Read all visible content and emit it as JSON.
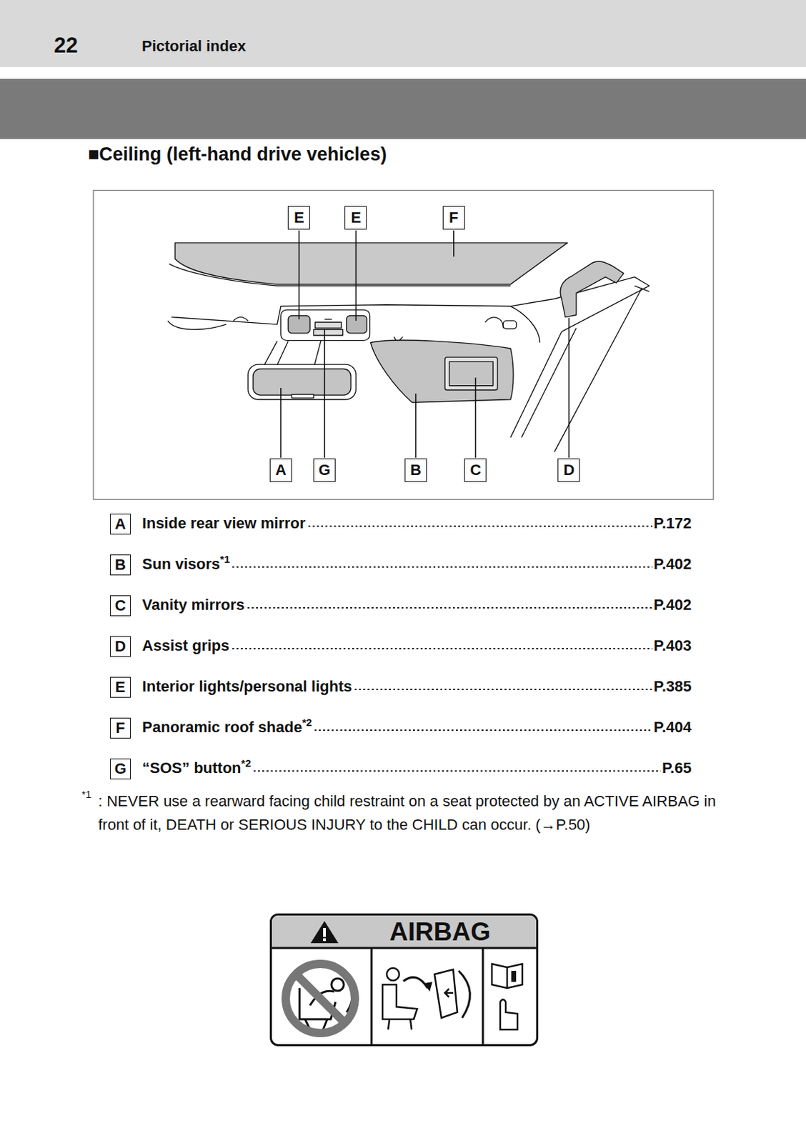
{
  "diagram": {
    "title": "■Ceiling (left-hand drive vehicles)",
    "nodes": [
      {
        "text": [
          "E"
        ]
      },
      {
        "text": [
          "E"
        ]
      },
      {
        "text": [
          "F"
        ]
      },
      {
        "text": [
          "A"
        ]
      },
      {
        "text": [
          "G"
        ]
      },
      {
        "text": [
          "B"
        ]
      },
      {
        "text": [
          "C"
        ]
      },
      {
        "text": [
          "D"
        ]
      },
      {
        "text": [
          "A"
        ]
      },
      {
        "text": [
          "B"
        ]
      },
      {
        "text": [
          "C"
        ]
      },
      {
        "text": [
          "D"
        ]
      },
      {
        "text": [
          "E"
        ]
      },
      {
        "text": [
          "F"
        ]
      },
      {
        "text": [
          "G"
        ]
      },
      {
        "text": [
          "AIRBAG"
        ]
      }
    ],
    "labels": [
      "22",
      "Pictorial index",
      "Inside rear view mirror",
      "P.172",
      "Sun visors",
      "*1",
      "P.402",
      "Vanity mirrors",
      "P.402",
      "Assist grips",
      "P.403",
      "Interior lights/personal lights",
      "P.385",
      "Panoramic roof shade",
      "*2",
      "P.404",
      "“SOS” button",
      "*2",
      "P.65",
      "*1",
      ": NEVER use a rearward facing child restraint on a seat protected by an ACTIVE AIRBAG in front of it, DEATH or SERIOUS INJURY to the CHILD can occur. (→P.50)"
    ]
  }
}
